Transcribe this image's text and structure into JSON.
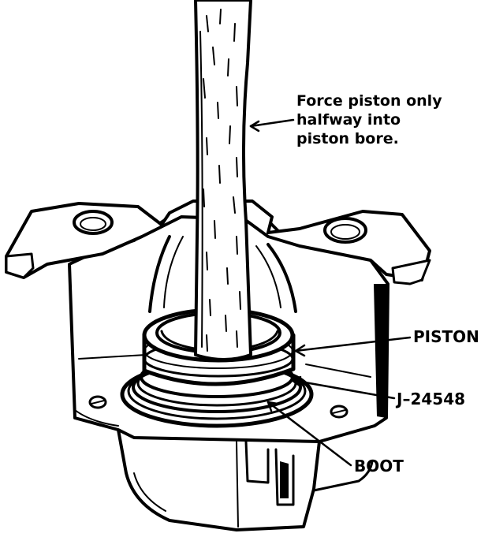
{
  "diagram": {
    "note_lines": [
      "Force piston only",
      "halfway into",
      "piston bore."
    ],
    "labels": {
      "piston": "PISTON",
      "tool": "J–24548",
      "boot": "BOOT"
    },
    "colors": {
      "ink": "#000000",
      "paper": "#ffffff"
    }
  }
}
